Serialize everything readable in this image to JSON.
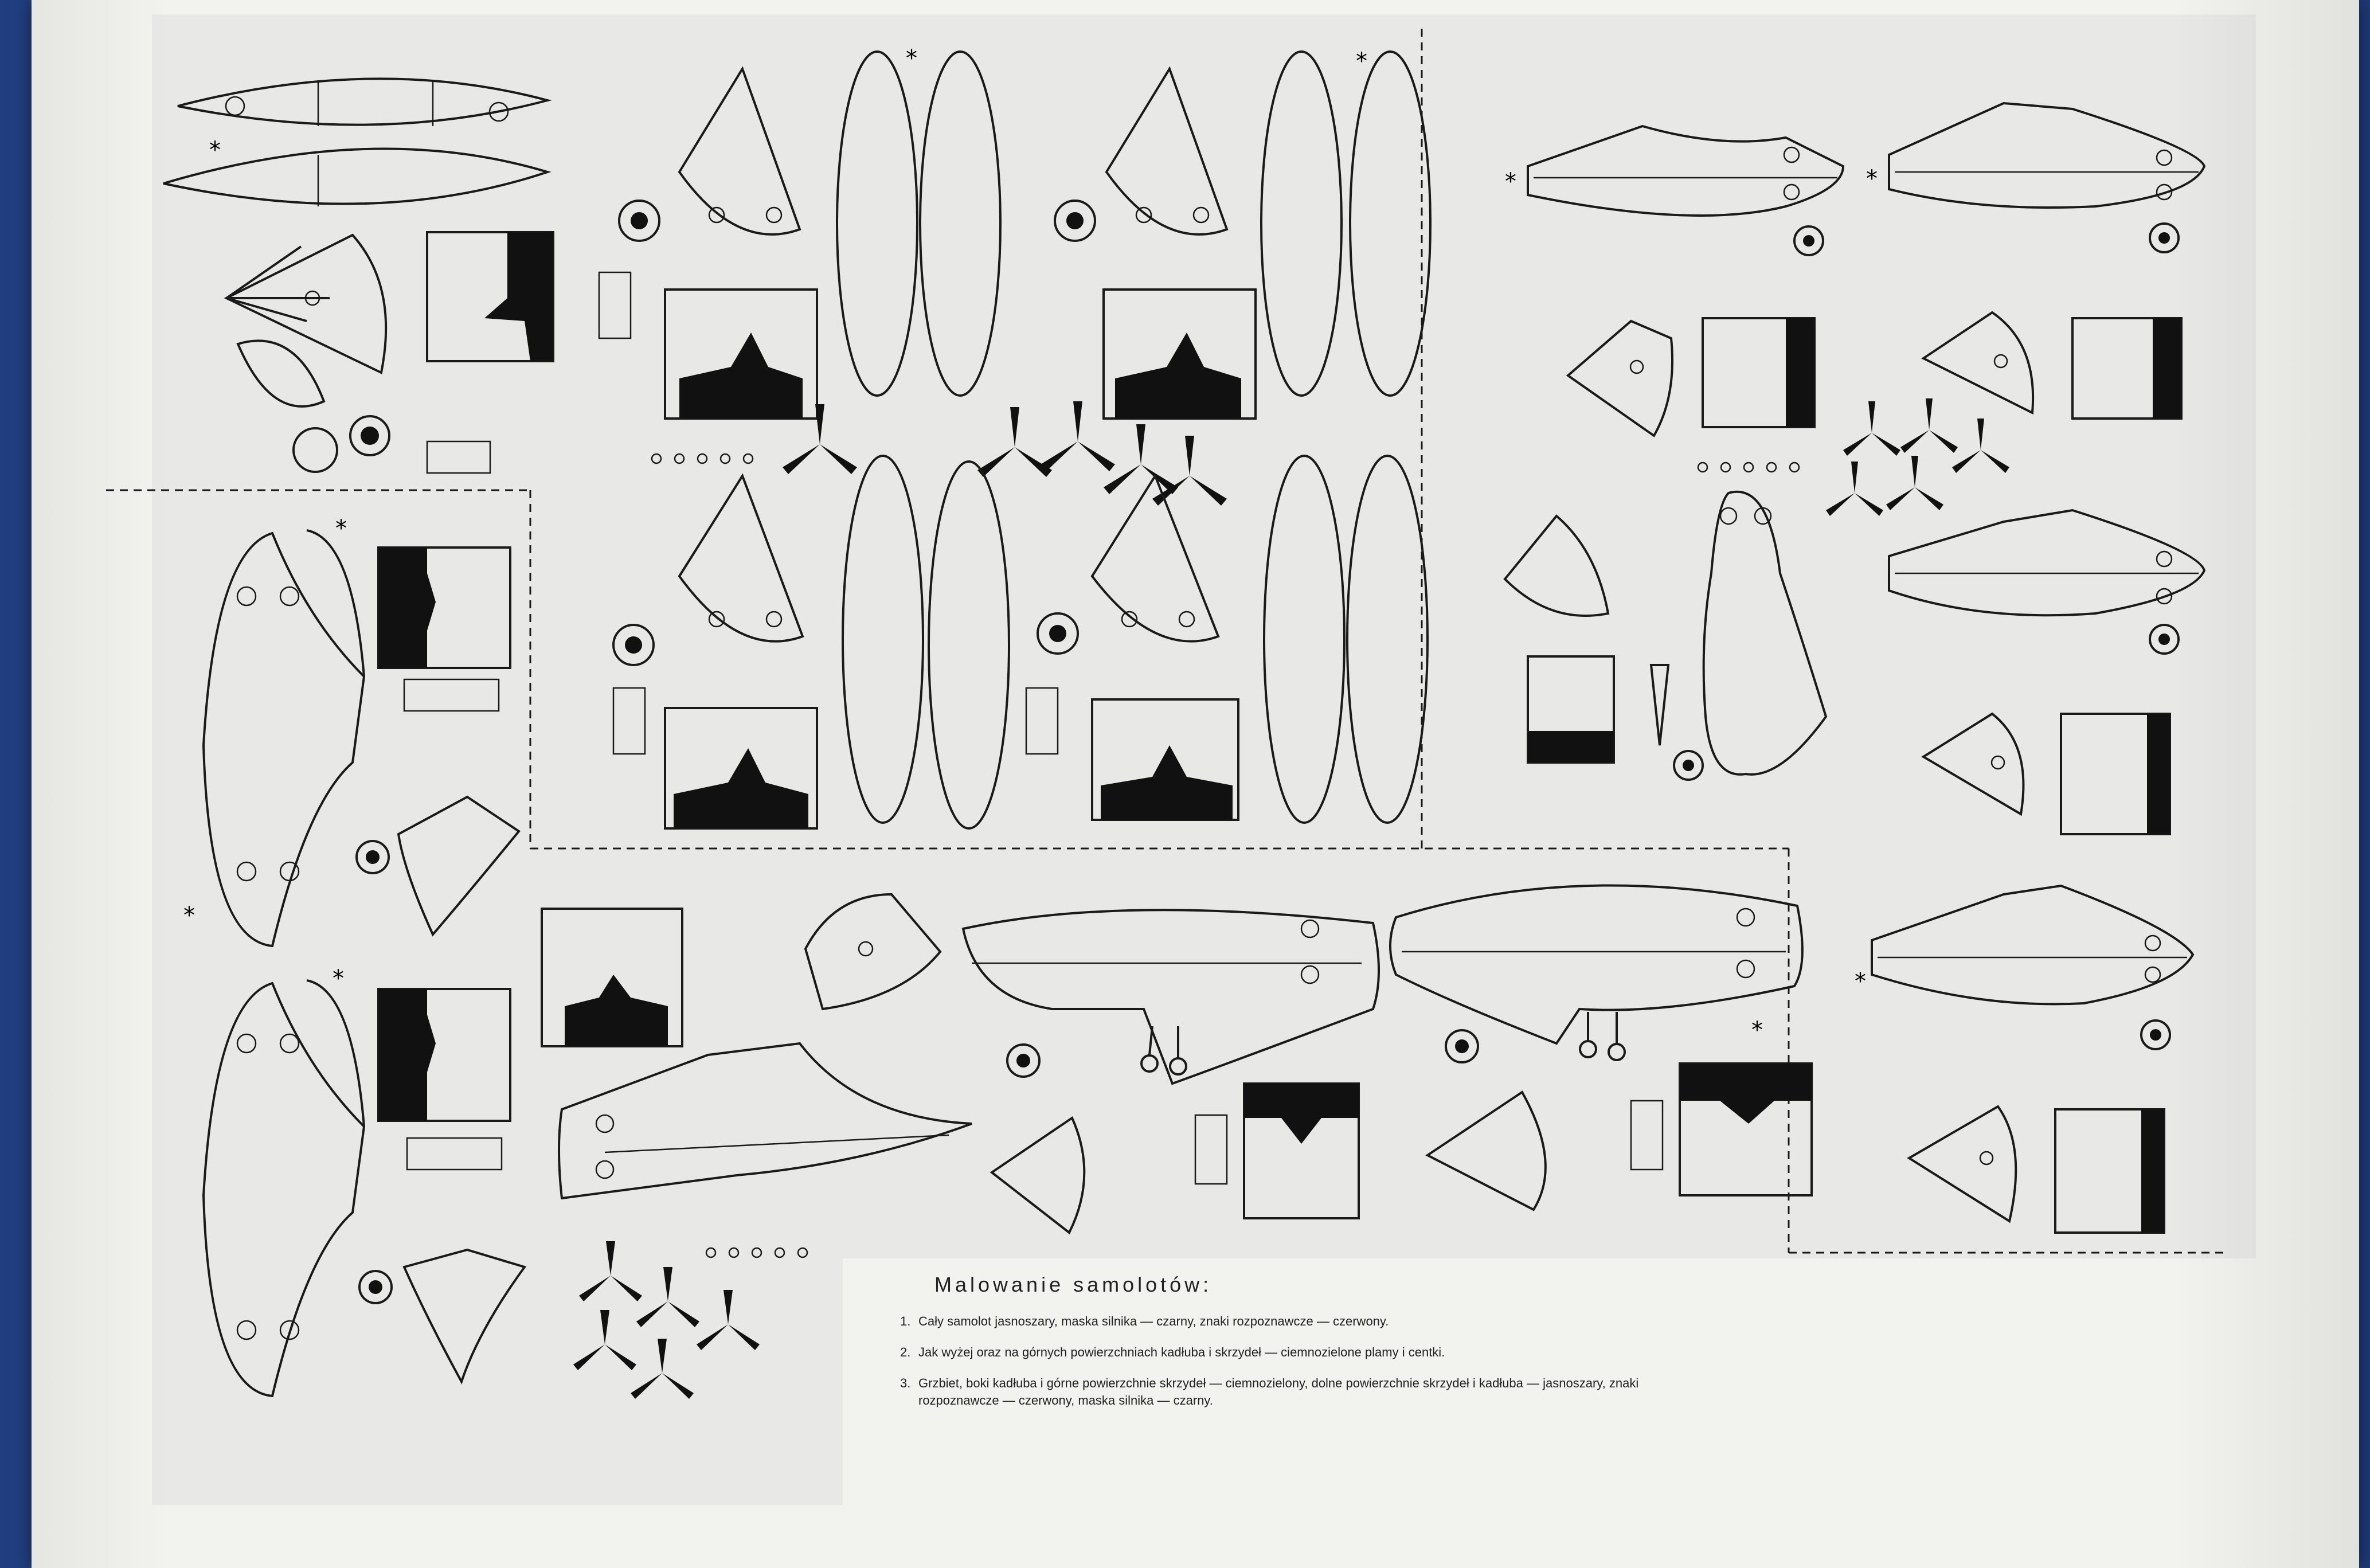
{
  "colors": {
    "paper": "#f2f2ee",
    "print_background": "#e8e8e6",
    "ink": "#111111",
    "backdrop": "#2a4a8a"
  },
  "painting_notes": {
    "heading": "Malowanie samolotów:",
    "items": [
      {
        "number": "1.",
        "text": "Cały samolot jasnoszary, maska silnika — czarny, znaki rozpoznawcze — czerwony."
      },
      {
        "number": "2.",
        "text": "Jak wyżej oraz na górnych powierzchniach kadłuba i skrzydeł — ciemnozielone plamy i centki."
      },
      {
        "number": "3.",
        "text": "Grzbiet, boki kadłuba i górne powierzchnie skrzydeł — ciemnozielony, dolne powierzchnie skrzydeł i kadłuba — jasnoszary, znaki rozpoznawcze — czerwony, maska silnika — czarny."
      }
    ]
  },
  "icons": {
    "part_marker": "asterisk-icon",
    "propeller": "three-blade-propeller-icon",
    "engine": "radial-engine-icon",
    "wheel": "landing-gear-icon"
  }
}
